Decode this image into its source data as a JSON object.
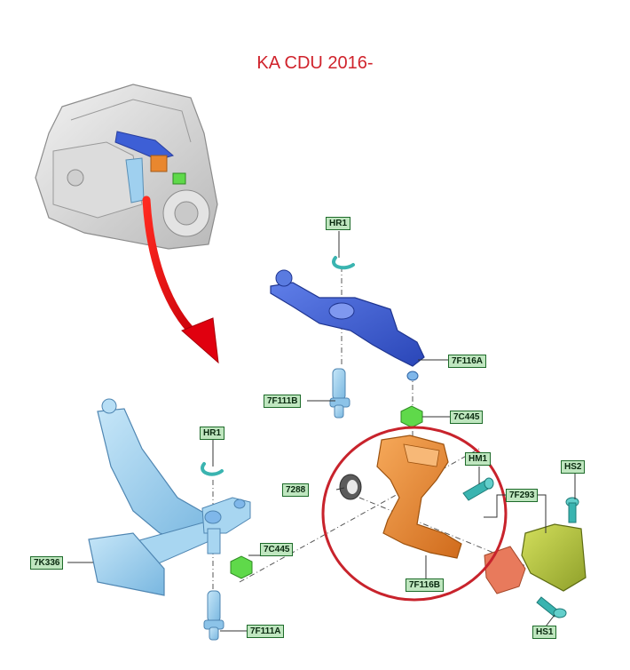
{
  "title": "KA CDU 2016-",
  "colors": {
    "title": "#d0232c",
    "tag_fill": "#bfe6bf",
    "tag_border": "#1e6b2a",
    "arm_blue": "#3d5fd6",
    "pedal_light_blue": "#9fd0ef",
    "bracket_orange": "#e9872e",
    "clip_teal": "#3ab4b0",
    "nut_green": "#5fd94a",
    "switch_olive": "#b6c83a",
    "circle_red": "#c8232c"
  },
  "labels": {
    "hr1_top": "HR1",
    "p7f116a": "7F116A",
    "p7f111b": "7F111B",
    "p7c445_top": "7C445",
    "hr1_left": "HR1",
    "hm1": "HM1",
    "p7288": "7288",
    "p7f293": "7F293",
    "hs2": "HS2",
    "p7k336": "7K336",
    "p7c445_bottom": "7C445",
    "p7f116b": "7F116B",
    "hs1": "HS1",
    "p7f111a": "7F111A"
  }
}
